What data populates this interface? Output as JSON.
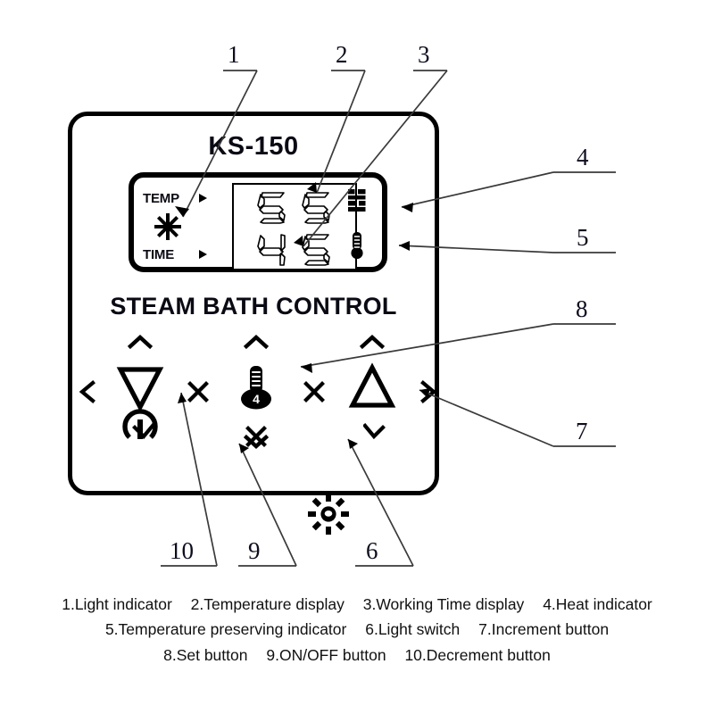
{
  "device": {
    "brand_model": "KS-150",
    "product_label": "STEAM BATH CONTROL",
    "display": {
      "temp_label": "TEMP",
      "time_label": "TIME",
      "temperature_value": "55",
      "time_value": "45",
      "temp_digits": [
        "5",
        "5"
      ],
      "time_digits": [
        "4",
        "5"
      ],
      "light_indicator_icon": "sun-asterisk-icon",
      "heat_indicator_icon": "heat-blocks-icon",
      "preserve_indicator_icon": "thermometer-icon",
      "temp_marker_icon": "triangle-right-icon",
      "time_marker_icon": "triangle-right-icon"
    },
    "buttons": [
      {
        "key": "decrement",
        "icon": "triangle-down-icon",
        "secondary_icon": "power-icon",
        "deco_up": "chevron-up-icon",
        "deco_down": "chevron-down-icon"
      },
      {
        "key": "set",
        "icon": "thermometer-set-icon",
        "icon_badge": "4",
        "secondary_icon": "x-mark-icon",
        "deco_up": "chevron-up-icon",
        "deco_down": "chevron-down-icon"
      },
      {
        "key": "increment",
        "icon": "triangle-up-icon",
        "secondary_icon": "sun-icon",
        "deco_up": "chevron-up-icon",
        "deco_down": "chevron-down-icon"
      }
    ]
  },
  "callouts": [
    {
      "id": "1",
      "number": "1"
    },
    {
      "id": "2",
      "number": "2"
    },
    {
      "id": "3",
      "number": "3"
    },
    {
      "id": "4",
      "number": "4"
    },
    {
      "id": "5",
      "number": "5"
    },
    {
      "id": "6",
      "number": "6"
    },
    {
      "id": "7",
      "number": "7"
    },
    {
      "id": "8",
      "number": "8"
    },
    {
      "id": "9",
      "number": "9"
    },
    {
      "id": "10",
      "number": "10"
    }
  ],
  "legend": {
    "line1": [
      "1.Light indicator",
      "2.Temperature display",
      "3.Working Time display",
      "4.Heat indicator"
    ],
    "line2": [
      "5.Temperature preserving indicator",
      "6.Light switch",
      "7.Increment button"
    ],
    "line3": [
      "8.Set button",
      "9.ON/OFF button",
      "10.Decrement button"
    ]
  },
  "colors": {
    "ink": "#000000",
    "background": "#ffffff",
    "leader": "#3a3a3a"
  }
}
